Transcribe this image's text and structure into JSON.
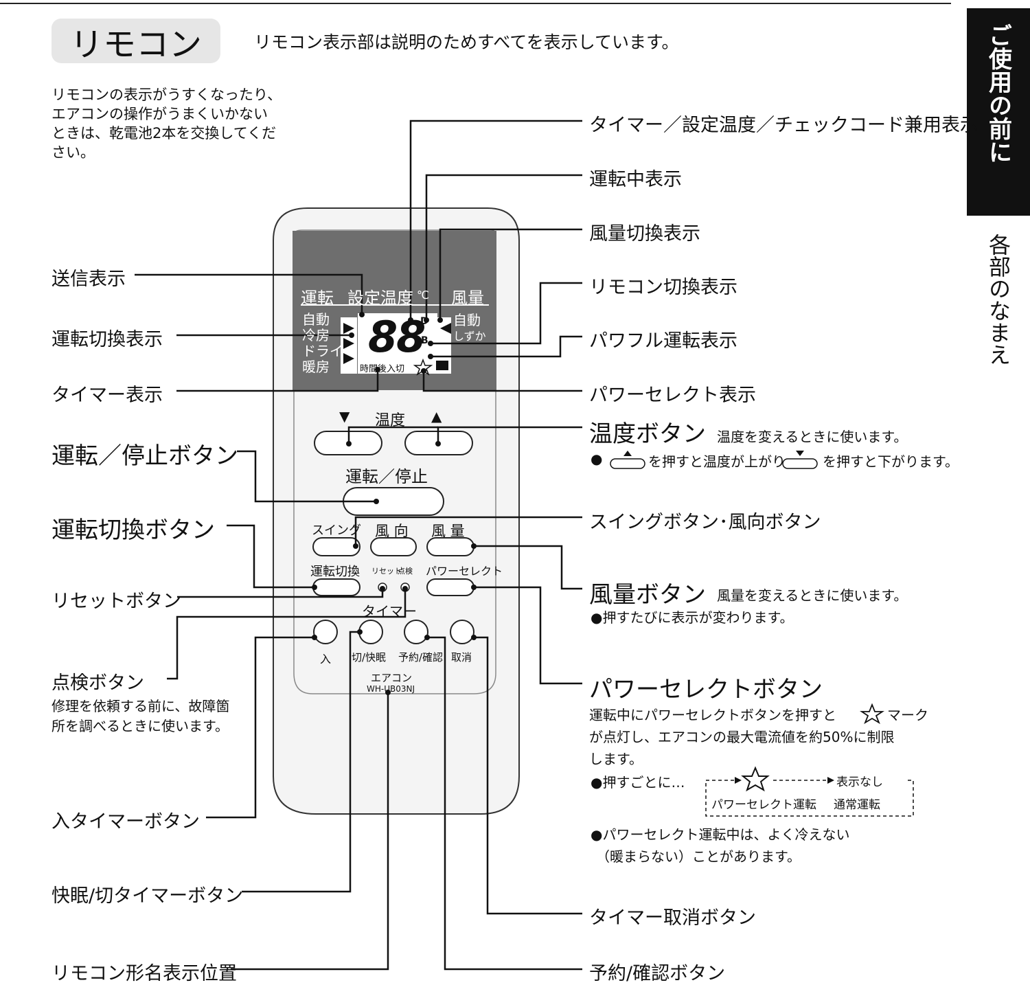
{
  "header": {
    "title": "リモコン",
    "intro": "リモコン表示部は説明のためすべてを表示しています。",
    "note_lines": [
      "リモコンの表示がうすくなったり、",
      "エアコンの操作がうまくいかない",
      "ときは、乾電池2本を交換してくだ",
      "さい。"
    ]
  },
  "side_tabs": {
    "active": "ご使用の前に",
    "inactive": "各部のなまえ"
  },
  "remote": {
    "lcd": {
      "headers": [
        "運転",
        "設定温度",
        "℃",
        "風量"
      ],
      "modes": [
        "自動",
        "冷房",
        "ドライ",
        "暖房"
      ],
      "fan_modes": [
        "自動",
        "しずか"
      ],
      "digits": "88",
      "code_letters": "D",
      "code_b": "B",
      "timer_row": "時間後入切"
    },
    "temp_label": "温度",
    "temp_down": "▼",
    "temp_up": "▲",
    "run_stop_label": "運転／停止",
    "swing_label": "スイング",
    "direction_label": "風 向",
    "fan_label": "風 量",
    "mode_label": "運転切換",
    "reset_label": "リセット",
    "check_label": "点検",
    "power_select_label": "パワーセレクト",
    "timer_label": "タイマー",
    "timer_buttons": [
      "入",
      "切/快眠",
      "予約/確認",
      "取消"
    ],
    "brand": "エアコン",
    "model": "WH-UB03NJ"
  },
  "left_labels": {
    "send": "送信表示",
    "mode_display": "運転切換表示",
    "timer_display": "タイマー表示",
    "run_stop_button": "運転／停止ボタン",
    "mode_button": "運転切換ボタン",
    "reset_button": "リセットボタン",
    "check_button": "点検ボタン",
    "check_desc": [
      "修理を依頼する前に、故障箇",
      "所を調べるときに使います。"
    ],
    "on_timer_button": "入タイマーボタン",
    "sleep_timer_button": "快眠/切タイマーボタン",
    "model_position": "リモコン形名表示位置"
  },
  "right_labels": {
    "timer_temp_check": "タイマー／設定温度／チェックコード兼用表示",
    "running": "運転中表示",
    "fan_display": "風量切換表示",
    "remote_switch": "リモコン切換表示",
    "powerful": "パワフル運転表示",
    "power_select_display": "パワーセレクト表示",
    "temp_button": "温度ボタン",
    "temp_desc": "温度を変えるときに使います。",
    "temp_bullet_a": "を押すと温度が上がり",
    "temp_bullet_b": "を押すと下がります。",
    "swing_button": "スイングボタン･風向ボタン",
    "fan_button": "風量ボタン",
    "fan_desc": "風量を変えるときに使います。",
    "fan_bullet": "●押すたびに表示が変わります。",
    "ps_button": "パワーセレクトボタン",
    "ps_desc_1": "運転中にパワーセレクトボタンを押すと",
    "ps_desc_1b": "マーク",
    "ps_desc_2": "が点灯し、エアコンの最大電流値を約50%に制限",
    "ps_desc_3": "します。",
    "ps_cycle_label": "●押すごとに…",
    "ps_no_display": "表示なし",
    "ps_mode_a": "パワーセレクト運転",
    "ps_mode_b": "通常運転",
    "ps_note_1": "●パワーセレクト運転中は、よく冷えない",
    "ps_note_2": "（暖まらない）ことがあります。",
    "cancel_button": "タイマー取消ボタン",
    "reserve_button": "予約/確認ボタン"
  },
  "colors": {
    "lcd_bg": "#6e6e6e",
    "remote_bg": "#f4f4f4",
    "tab_bg": "#111111",
    "title_bg": "#e6e6e6"
  }
}
